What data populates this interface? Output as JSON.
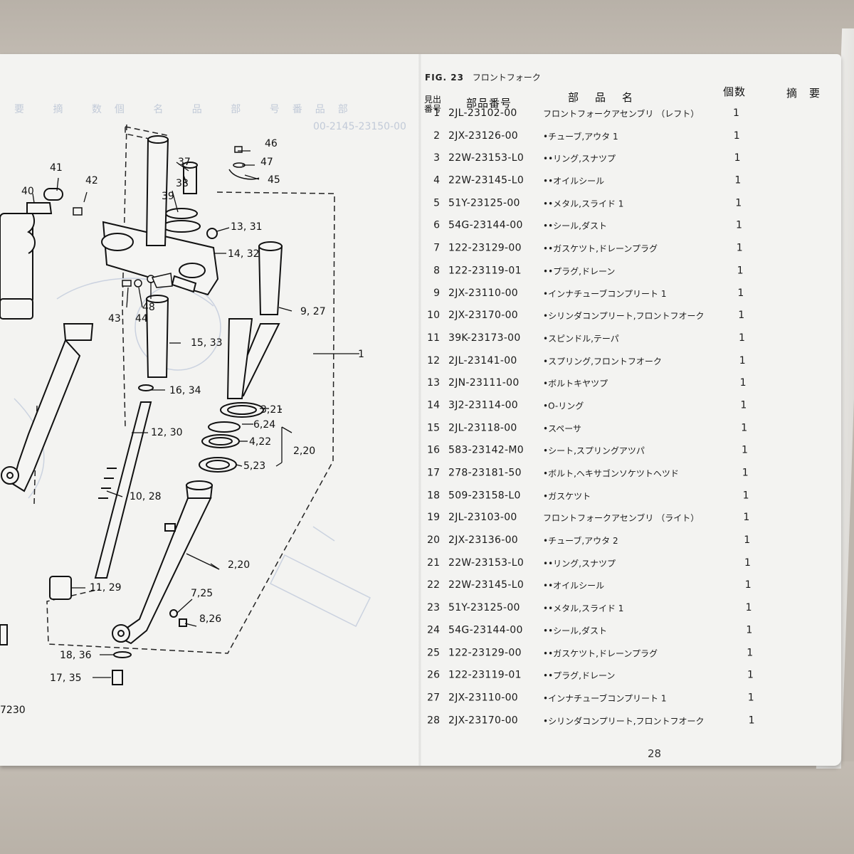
{
  "figure": {
    "label": "FIG. 23",
    "title": "フロントフォーク",
    "page_number": "28"
  },
  "headers": {
    "ref_no_line1": "見出",
    "ref_no_line2": "番号",
    "part_no": "部品番号",
    "part_name": "部　品　名",
    "qty": "個数",
    "remarks": "摘　要"
  },
  "parts": [
    {
      "no": "1",
      "part_no": "2JL-23102-00",
      "name": "フロントフォークアセンブリ （レフト）",
      "qty": "1"
    },
    {
      "no": "2",
      "part_no": "2JX-23126-00",
      "name": "•チューブ,アウタ 1",
      "qty": "1"
    },
    {
      "no": "3",
      "part_no": "22W-23153-L0",
      "name": "••リング,スナツプ",
      "qty": "1"
    },
    {
      "no": "4",
      "part_no": "22W-23145-L0",
      "name": "••オイルシール",
      "qty": "1"
    },
    {
      "no": "5",
      "part_no": "51Y-23125-00",
      "name": "••メタル,スライド 1",
      "qty": "1"
    },
    {
      "no": "6",
      "part_no": "54G-23144-00",
      "name": "••シール,ダスト",
      "qty": "1"
    },
    {
      "no": "7",
      "part_no": "122-23129-00",
      "name": "••ガスケツト,ドレーンプラグ",
      "qty": "1"
    },
    {
      "no": "8",
      "part_no": "122-23119-01",
      "name": "••プラグ,ドレーン",
      "qty": "1"
    },
    {
      "no": "9",
      "part_no": "2JX-23110-00",
      "name": "•インナチューブコンプリート 1",
      "qty": "1"
    },
    {
      "no": "10",
      "part_no": "2JX-23170-00",
      "name": "•シリンダコンプリート,フロントフオーク",
      "qty": "1"
    },
    {
      "no": "11",
      "part_no": "39K-23173-00",
      "name": "•スピンドル,テーパ",
      "qty": "1"
    },
    {
      "no": "12",
      "part_no": "2JL-23141-00",
      "name": "•スプリング,フロントフオーク",
      "qty": "1"
    },
    {
      "no": "13",
      "part_no": "2JN-23111-00",
      "name": "•ボルトキヤツプ",
      "qty": "1"
    },
    {
      "no": "14",
      "part_no": "3J2-23114-00",
      "name": "•O-リング",
      "qty": "1"
    },
    {
      "no": "15",
      "part_no": "2JL-23118-00",
      "name": "•スペーサ",
      "qty": "1"
    },
    {
      "no": "16",
      "part_no": "583-23142-M0",
      "name": "•シート,スプリングアツパ",
      "qty": "1"
    },
    {
      "no": "17",
      "part_no": "278-23181-50",
      "name": "•ボルト,ヘキサゴンソケツトヘツド",
      "qty": "1"
    },
    {
      "no": "18",
      "part_no": "509-23158-L0",
      "name": "•ガスケツト",
      "qty": "1"
    },
    {
      "no": "19",
      "part_no": "2JL-23103-00",
      "name": "フロントフォークアセンブリ （ライト）",
      "qty": "1"
    },
    {
      "no": "20",
      "part_no": "2JX-23136-00",
      "name": "•チューブ,アウタ 2",
      "qty": "1"
    },
    {
      "no": "21",
      "part_no": "22W-23153-L0",
      "name": "••リング,スナツプ",
      "qty": "1"
    },
    {
      "no": "22",
      "part_no": "22W-23145-L0",
      "name": "••オイルシール",
      "qty": "1"
    },
    {
      "no": "23",
      "part_no": "51Y-23125-00",
      "name": "••メタル,スライド 1",
      "qty": "1"
    },
    {
      "no": "24",
      "part_no": "54G-23144-00",
      "name": "••シール,ダスト",
      "qty": "1"
    },
    {
      "no": "25",
      "part_no": "122-23129-00",
      "name": "••ガスケツト,ドレーンプラグ",
      "qty": "1"
    },
    {
      "no": "26",
      "part_no": "122-23119-01",
      "name": "••プラグ,ドレーン",
      "qty": "1"
    },
    {
      "no": "27",
      "part_no": "2JX-23110-00",
      "name": "•インナチューブコンプリート 1",
      "qty": "1"
    },
    {
      "no": "28",
      "part_no": "2JX-23170-00",
      "name": "•シリンダコンプリート,フロントフオーク",
      "qty": "1"
    }
  ],
  "callouts": {
    "c1": "1",
    "c2_20a": "2,20",
    "c2_20b": "2,20",
    "c3_21": "3,21",
    "c4_22": "4,22",
    "c5_23": "5,23",
    "c6_24": "6,24",
    "c7_25": "7,25",
    "c8_26": "8,26",
    "c9_27": "9, 27",
    "c10_28": "10, 28",
    "c11_29": "11, 29",
    "c12_30": "12, 30",
    "c13_31": "13, 31",
    "c14_32": "14, 32",
    "c15_33": "15, 33",
    "c16_34": "16, 34",
    "c17_35": "17, 35",
    "c18_36": "18, 36",
    "c37": "37",
    "c38": "38",
    "c39": "39",
    "c40": "40",
    "c41": "41",
    "c42": "42",
    "c43": "43",
    "c44": "44",
    "c45": "45",
    "c46": "46",
    "c47": "47",
    "c48": "48",
    "code": "7230"
  }
}
